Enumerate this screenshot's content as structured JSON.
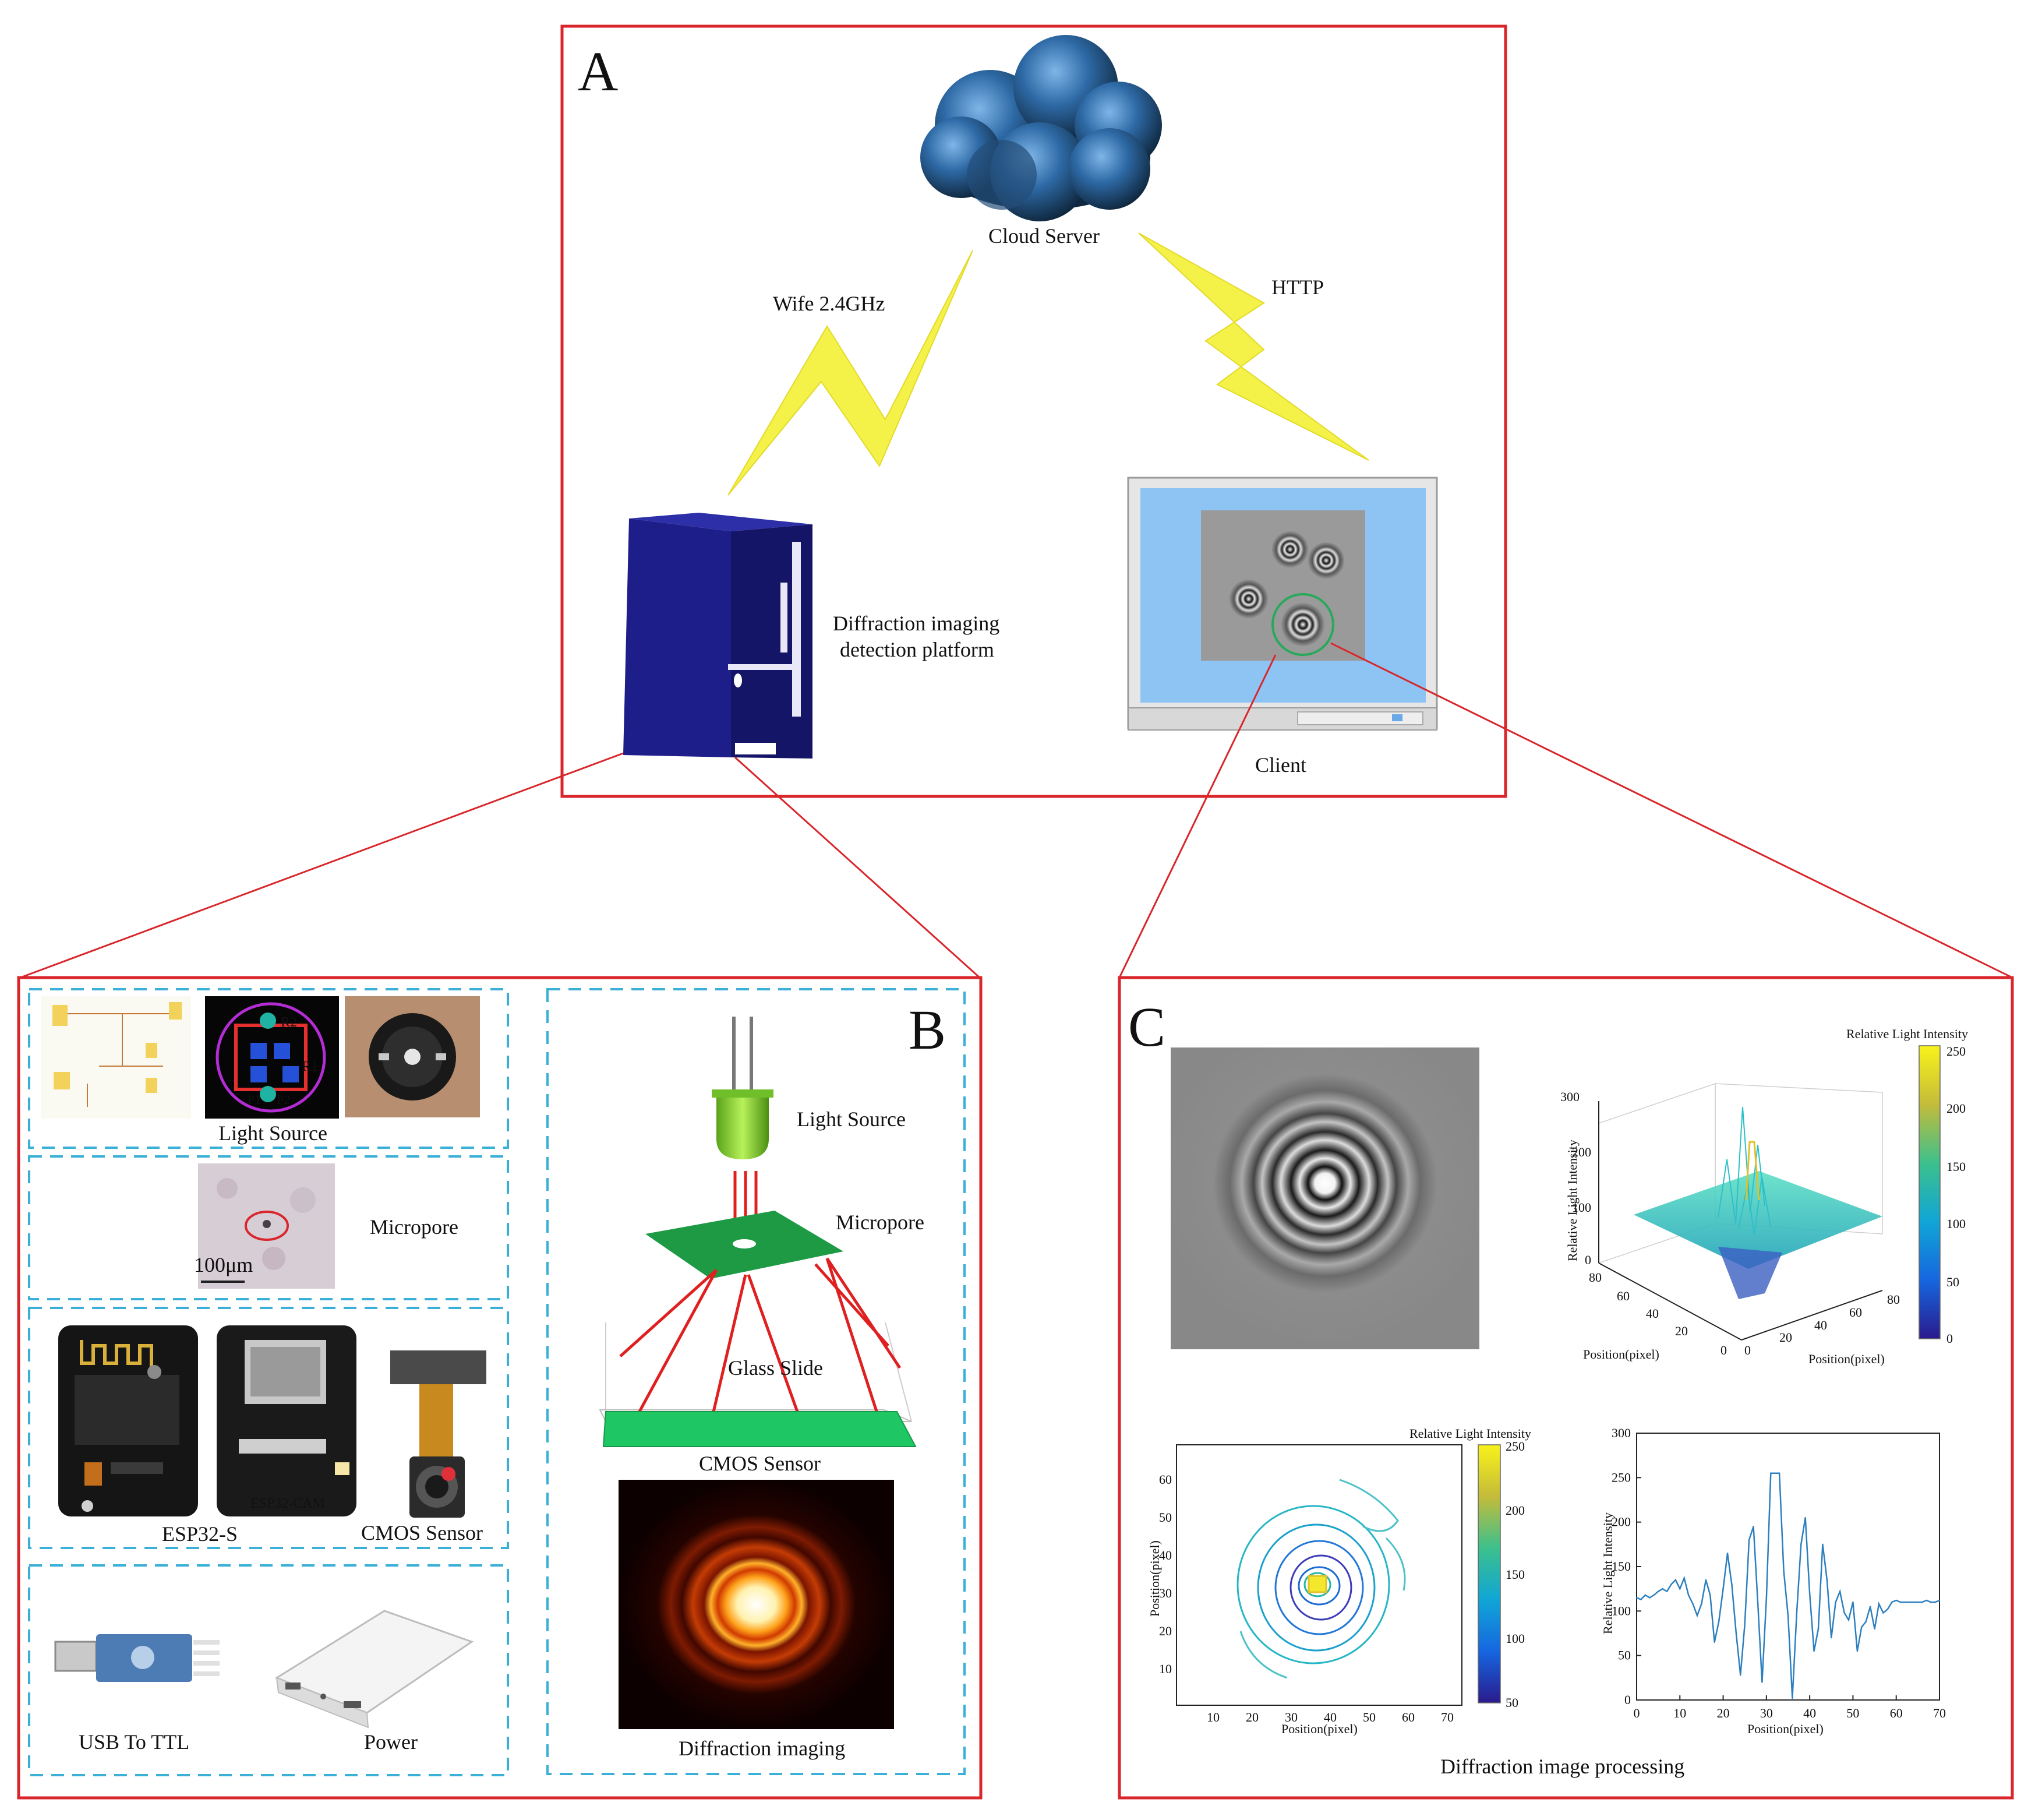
{
  "panel_a": {
    "letter": "A",
    "cloud_label": "Cloud Server",
    "wifi_label": "Wife 2.4GHz",
    "http_label": "HTTP",
    "platform_label_1": "Diffraction imaging",
    "platform_label_2": "detection platform",
    "client_label": "Client"
  },
  "panel_b": {
    "light_source_label": "Light Source",
    "scalebar_label": "100μm",
    "micropore_label": "Micropore",
    "esp_label": "ESP32-S",
    "cmos_sensor_label": "CMOS Sensor",
    "usb_label": "USB To TTL",
    "power_label": "Power",
    "letter": "B",
    "diag_light_source": "Light Source",
    "diag_micropore": "Micropore",
    "diag_glass_slide": "Glass Slide",
    "diag_cmos": "CMOS Sensor",
    "diag_diffraction": "Diffraction imaging",
    "pcb_labels": [
      "R2",
      "R1",
      "P1",
      "P2"
    ],
    "esp32_board_text": "ESP32-CAM"
  },
  "panel_c": {
    "letter": "C",
    "caption": "Diffraction image processing"
  },
  "colors": {
    "frame_red": "#d9262b",
    "dashed_cyan": "#3ab0d8",
    "bolt_yellow": "#f4f148",
    "platform_blue": "#22228f",
    "monitor_bg": "#8ec4f3",
    "pcb_green": "#1e9a45",
    "connector_red": "#e02020"
  },
  "chart_data": [
    {
      "type": "surface3d",
      "colorbar_title": "Relative Light Intensity",
      "colorbar_ticks": [
        0,
        50,
        100,
        150,
        200,
        250
      ],
      "zlabel": "Relative Light Intensity",
      "zticks": [
        0,
        100,
        200,
        300
      ],
      "xlabel": "Position(pixel)",
      "ylabel": "Position(pixel)",
      "xticks": [
        0,
        20,
        40,
        60,
        80
      ],
      "yticks": [
        0,
        20,
        40,
        60,
        80
      ]
    },
    {
      "type": "contour",
      "colorbar_title": "Relative Light Intensity",
      "colorbar_ticks": [
        50,
        100,
        150,
        200,
        250
      ],
      "xlabel": "Position(pixel)",
      "ylabel": "Position(pixel)",
      "xticks": [
        10,
        20,
        30,
        40,
        50,
        60,
        70
      ],
      "yticks": [
        10,
        20,
        30,
        40,
        50,
        60
      ]
    },
    {
      "type": "line",
      "xlabel": "Position(pixel)",
      "ylabel": "Relative Light Intensity",
      "xticks": [
        0,
        10,
        20,
        30,
        40,
        50,
        60,
        70
      ],
      "yticks": [
        0,
        50,
        100,
        150,
        200,
        250,
        300
      ],
      "xlim": [
        0,
        70
      ],
      "ylim": [
        0,
        300
      ],
      "x": [
        0,
        1,
        2,
        3,
        4,
        5,
        6,
        7,
        8,
        9,
        10,
        11,
        12,
        13,
        14,
        15,
        16,
        17,
        18,
        19,
        20,
        21,
        22,
        23,
        24,
        25,
        26,
        27,
        28,
        29,
        30,
        31,
        32,
        33,
        34,
        35,
        36,
        37,
        38,
        39,
        40,
        41,
        42,
        43,
        44,
        45,
        46,
        47,
        48,
        49,
        50,
        51,
        52,
        53,
        54,
        55,
        56,
        57,
        58,
        59,
        60,
        61,
        62,
        63,
        64,
        65,
        66,
        67,
        68,
        69,
        70
      ],
      "y": [
        115,
        113,
        118,
        115,
        118,
        122,
        125,
        122,
        130,
        135,
        125,
        137,
        118,
        108,
        95,
        108,
        135,
        118,
        65,
        88,
        125,
        165,
        130,
        75,
        28,
        85,
        180,
        195,
        110,
        20,
        115,
        255,
        255,
        255,
        145,
        95,
        2,
        98,
        175,
        205,
        120,
        55,
        80,
        175,
        135,
        70,
        110,
        122,
        98,
        90,
        110,
        55,
        82,
        88,
        105,
        80,
        108,
        98,
        102,
        110,
        112,
        110,
        110,
        110,
        110,
        110,
        110,
        112,
        110,
        110,
        112
      ]
    }
  ]
}
